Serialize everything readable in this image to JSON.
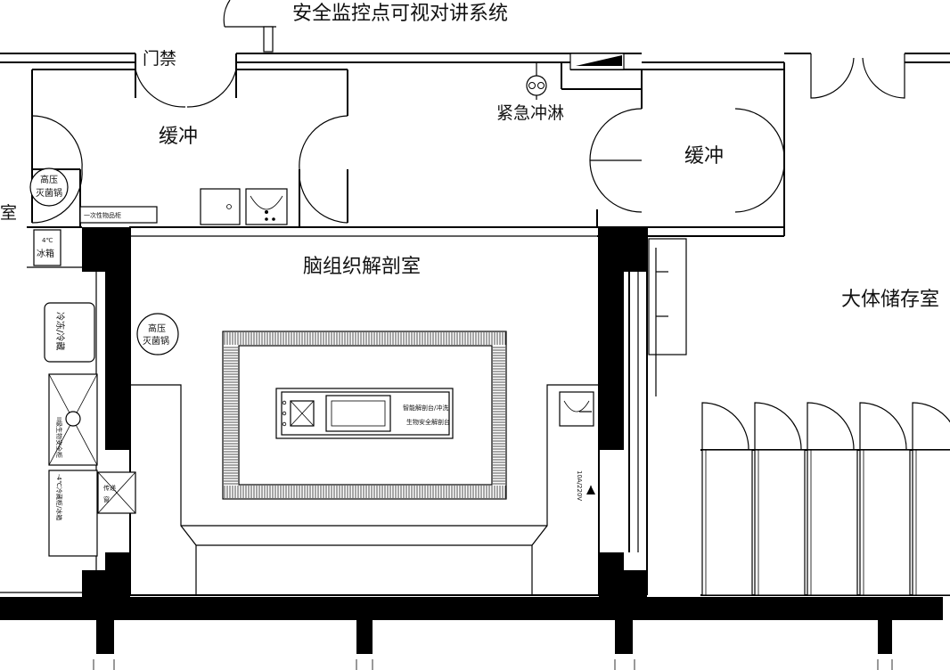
{
  "labels": {
    "system": "安全监控点可视对讲系统",
    "access_control": "门禁",
    "buffer_left": "缓冲",
    "emergency_shower": "紧急冲淋",
    "buffer_right": "缓冲",
    "room_edge": "室",
    "autoclave_top": [
      "高压",
      "灭菌锅"
    ],
    "disposable_cabinet": "一次性物品柜",
    "fridge": [
      "4℃",
      "冰箱"
    ],
    "main_room": "脑组织解剖室",
    "autoclave_mid": [
      "高压",
      "灭菌锅"
    ],
    "storage_room": "大体储存室",
    "biosafety_cabinet": "II级生物安全柜",
    "freezer": "冷冻/冷藏",
    "cold_storage": "-4℃冷藏柜/冰箱",
    "pass_box": [
      "传递",
      "窗"
    ],
    "table_text": [
      "智能解剖台/冲洗",
      "生物安全解剖台"
    ],
    "socket": "10A/220V"
  }
}
